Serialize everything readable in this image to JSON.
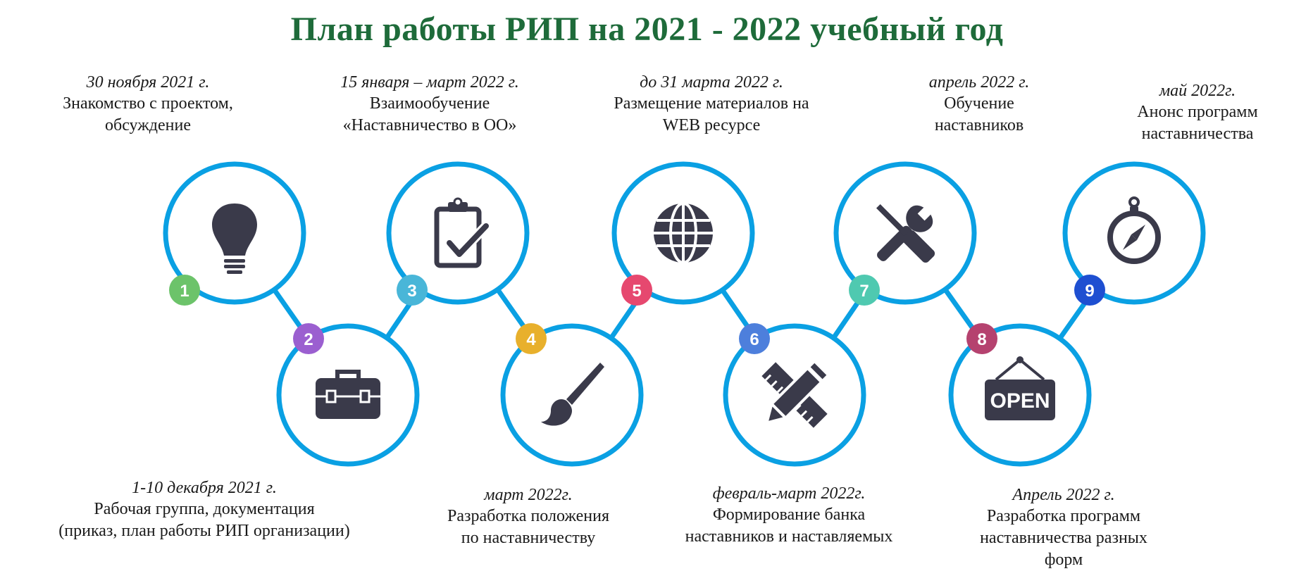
{
  "title": "План работы РИП на 2021 - 2022 учебный год",
  "colors": {
    "title": "#1e6b3a",
    "ring": "#0aa0e3",
    "icon": "#3a3a4a"
  },
  "steps": [
    {
      "num": "1",
      "date": "30 ноября 2021 г.",
      "desc": "Знакомство с проектом,\nобсуждение",
      "icon": "lightbulb-icon",
      "badge_color": "#6cc36a"
    },
    {
      "num": "2",
      "date": "1-10 декабря 2021 г.",
      "desc": "Рабочая группа, документация\n(приказ, план работы РИП организации)",
      "icon": "briefcase-icon",
      "badge_color": "#9b5fd0"
    },
    {
      "num": "3",
      "date": "15 января – март 2022 г.",
      "desc": "Взаимообучение\n«Наставничество  в ОО»",
      "icon": "clipboard-check-icon",
      "badge_color": "#49b6d8"
    },
    {
      "num": "4",
      "date": "март 2022г.",
      "desc": "Разработка положения\nпо наставничеству",
      "icon": "paintbrush-icon",
      "badge_color": "#e8b02c"
    },
    {
      "num": "5",
      "date": "до 31 марта 2022 г.",
      "desc": "Размещение материалов на\nWEB ресурсе",
      "icon": "globe-icon",
      "badge_color": "#e6486f"
    },
    {
      "num": "6",
      "date": "февраль-март  2022г.",
      "desc": "Формирование банка\nнаставников и наставляемых",
      "icon": "pencil-ruler-icon",
      "badge_color": "#4d7fdc"
    },
    {
      "num": "7",
      "date": "апрель 2022 г.",
      "desc": "Обучение\nнаставников",
      "icon": "tools-icon",
      "badge_color": "#4fc9b0"
    },
    {
      "num": "8",
      "date": "Апрель 2022 г.",
      "desc": "Разработка программ\nнаставничества разных\nформ",
      "icon": "open-sign-icon",
      "badge_color": "#b5426f"
    },
    {
      "num": "9",
      "date": "май 2022г.",
      "desc": "Анонс программ\nнаставничества",
      "icon": "compass-icon",
      "badge_color": "#1e4fd1"
    }
  ]
}
